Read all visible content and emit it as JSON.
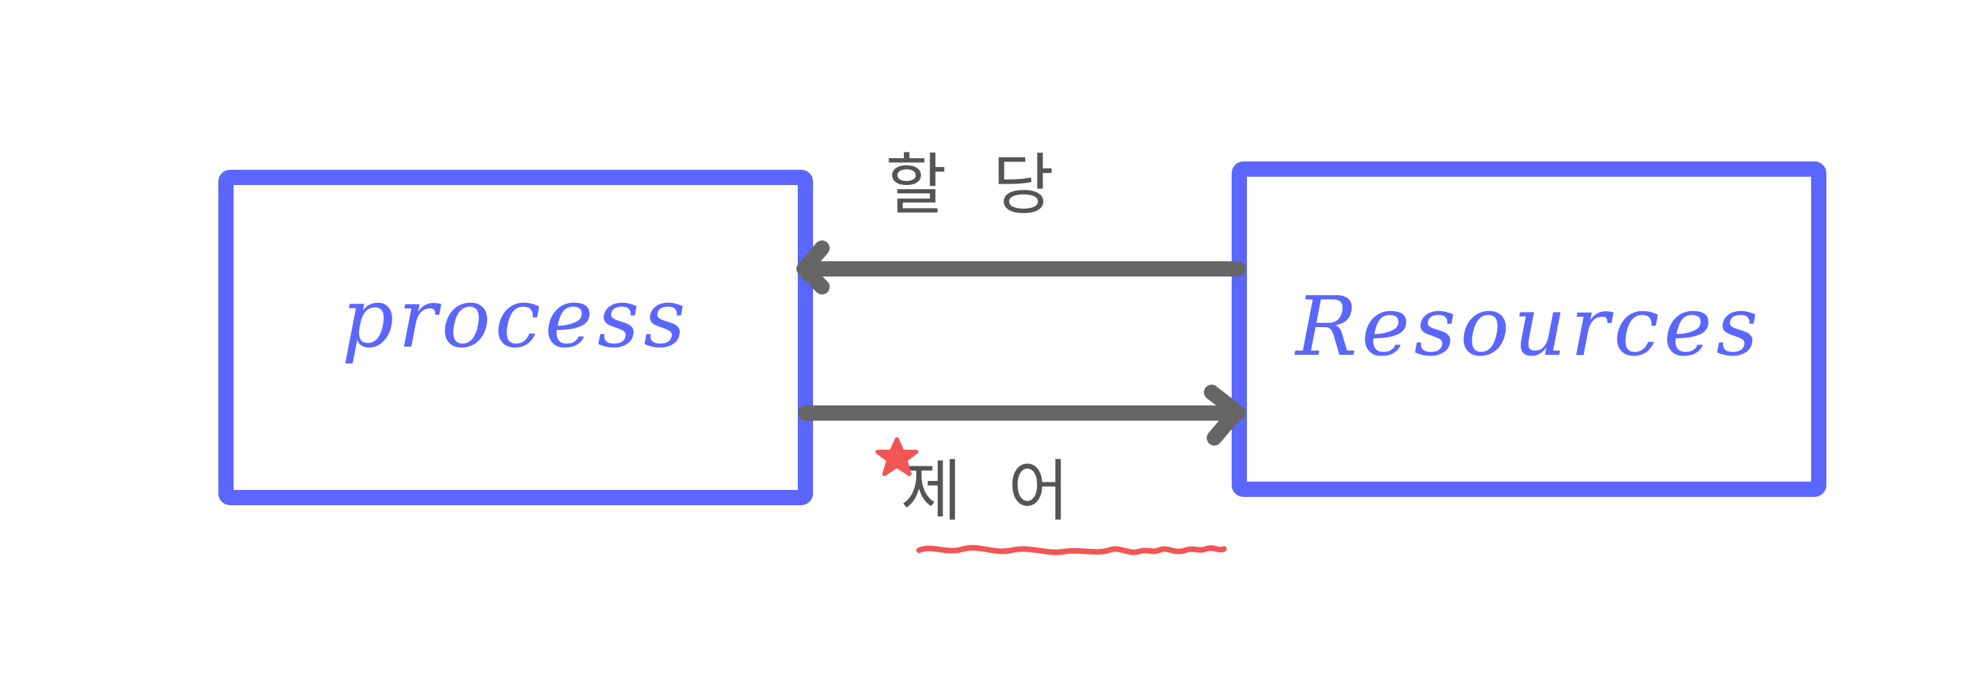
{
  "nodes": [
    {
      "id": "process",
      "label": "process"
    },
    {
      "id": "resources",
      "label": "Resources"
    }
  ],
  "edges": [
    {
      "from": "resources",
      "to": "process",
      "label": "할 당"
    },
    {
      "from": "process",
      "to": "resources",
      "label": "제 어",
      "emphasis": "star-and-underline"
    }
  ],
  "colors": {
    "box_stroke": "#5b66ff",
    "box_text": "#5b66ff",
    "arrow": "#666666",
    "label_text": "#555555",
    "emphasis": "#f25555"
  }
}
